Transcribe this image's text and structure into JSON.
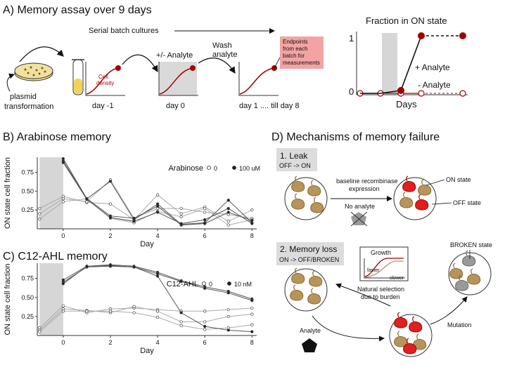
{
  "section_a": {
    "title": "A) Memory assay over 9 days",
    "serial": "Serial batch cultures",
    "plasmid_1": "plasmid",
    "plasmid_2": "transformation",
    "cell_density_1": "Cell",
    "cell_density_2": "density",
    "analyte_toggle": "+/- Analyte",
    "wash_1": "Wash",
    "wash_2": "analyte",
    "endpoints": [
      "Endpoints",
      "from each",
      "batch for",
      "measurements"
    ],
    "day_minus1": "day -1",
    "day_0": "day 0",
    "day_1_8": "day 1 .... till day 8",
    "fraction_title": "Fraction in ON state",
    "y_one": "1",
    "y_zero": "0",
    "plus_analyte": "+ Analyte",
    "minus_analyte": "- Analyte",
    "days_label": "Days"
  },
  "section_d": {
    "title": "D) Mechanisms of memory failure",
    "leak_title": "1. Leak",
    "leak_sub": "OFF -> ON",
    "baseline_1": "baseline recombinase",
    "baseline_2": "expression",
    "no_analyte": "No analyte",
    "on_state": "ON state",
    "off_state": "OFF state",
    "loss_title": "2. Memory loss",
    "loss_sub": "ON -> OFF/BROKEN",
    "growth": "Growth",
    "faster": "faster",
    "slower": "slower",
    "broken_state": "BROKEN state",
    "natsel_1": "Natural selection",
    "natsel_2": "due to burden",
    "analyte": "Analyte",
    "mutation": "Mutation"
  },
  "colors": {
    "on": "#e02020",
    "off": "#b8935a",
    "broken": "#9a9a9a",
    "dark_red": "#a00000",
    "endpoint_box": "#f4a3a3"
  },
  "chart_data": [
    {
      "type": "line",
      "title": "B) Arabinose memory",
      "xlabel": "Day",
      "ylabel": "ON state cell fraction",
      "xlim": [
        -1.1,
        8.2
      ],
      "ylim": [
        0,
        0.95
      ],
      "xticks": [
        0,
        2,
        4,
        6,
        8
      ],
      "yticks": [
        0.25,
        0.5,
        0.75
      ],
      "shaded_x": [
        -1,
        0
      ],
      "legend": {
        "title": "Arabinose",
        "entries": [
          {
            "label": "0",
            "marker": "open"
          },
          {
            "label": "100 uM",
            "marker": "filled"
          }
        ]
      },
      "series": [
        {
          "filled": false,
          "points": [
            [
              -1,
              0.27
            ],
            [
              0,
              0.43
            ],
            [
              1,
              0.35
            ],
            [
              2,
              0.33
            ],
            [
              3,
              0.12
            ],
            [
              4,
              0.45
            ],
            [
              5,
              0.2
            ],
            [
              6,
              0.29
            ],
            [
              7,
              0.1
            ],
            [
              8,
              0.25
            ]
          ]
        },
        {
          "filled": false,
          "points": [
            [
              -1,
              0.2
            ],
            [
              0,
              0.4
            ],
            [
              1,
              0.36
            ],
            [
              2,
              0.65
            ],
            [
              3,
              0.14
            ],
            [
              4,
              0.27
            ],
            [
              5,
              0.27
            ],
            [
              6,
              0.22
            ],
            [
              7,
              0.19
            ],
            [
              8,
              0.14
            ]
          ]
        },
        {
          "filled": false,
          "points": [
            [
              -1,
              0.13
            ],
            [
              0,
              0.36
            ],
            [
              1,
              0.4
            ],
            [
              2,
              0.14
            ],
            [
              3,
              0.08
            ],
            [
              4,
              0.23
            ],
            [
              5,
              0.16
            ],
            [
              6,
              0.27
            ],
            [
              7,
              0.05
            ],
            [
              8,
              0.12
            ]
          ]
        },
        {
          "filled": true,
          "points": [
            [
              0,
              0.93
            ],
            [
              1,
              0.4
            ],
            [
              2,
              0.63
            ],
            [
              3,
              0.12
            ],
            [
              4,
              0.33
            ],
            [
              5,
              0.06
            ],
            [
              6,
              0.08
            ],
            [
              7,
              0.38
            ],
            [
              8,
              0.08
            ]
          ]
        },
        {
          "filled": true,
          "points": [
            [
              0,
              0.9
            ],
            [
              1,
              0.4
            ],
            [
              2,
              0.17
            ],
            [
              3,
              0.14
            ],
            [
              4,
              0.3
            ],
            [
              5,
              0.05
            ],
            [
              6,
              0.07
            ],
            [
              7,
              0.22
            ],
            [
              8,
              0.11
            ]
          ]
        },
        {
          "filled": true,
          "points": [
            [
              0,
              0.88
            ],
            [
              1,
              0.39
            ],
            [
              2,
              0.15
            ],
            [
              3,
              0.1
            ],
            [
              4,
              0.22
            ],
            [
              5,
              0.07
            ],
            [
              6,
              0.12
            ],
            [
              7,
              0.27
            ],
            [
              8,
              0.07
            ]
          ]
        }
      ]
    },
    {
      "type": "line",
      "title": "C) C12-AHL memory",
      "xlabel": "Day",
      "ylabel": "ON state cell fraction",
      "xlim": [
        -1.1,
        8.2
      ],
      "ylim": [
        0,
        0.95
      ],
      "xticks": [
        0,
        2,
        4,
        6,
        8
      ],
      "yticks": [
        0.25,
        0.5,
        0.75
      ],
      "shaded_x": [
        -1,
        0
      ],
      "legend": {
        "title": "C12-AHL",
        "entries": [
          {
            "label": "0",
            "marker": "open"
          },
          {
            "label": "10 nM",
            "marker": "filled"
          }
        ]
      },
      "series": [
        {
          "filled": false,
          "points": [
            [
              -1,
              0.1
            ],
            [
              0,
              0.39
            ],
            [
              1,
              0.3
            ],
            [
              2,
              0.35
            ],
            [
              3,
              0.36
            ],
            [
              4,
              0.34
            ],
            [
              5,
              0.32
            ],
            [
              6,
              0.32
            ],
            [
              7,
              0.34
            ],
            [
              8,
              0.36
            ]
          ]
        },
        {
          "filled": false,
          "points": [
            [
              -1,
              0.07
            ],
            [
              0,
              0.35
            ],
            [
              1,
              0.33
            ],
            [
              2,
              0.3
            ],
            [
              3,
              0.38
            ],
            [
              4,
              0.32
            ],
            [
              5,
              0.18
            ],
            [
              6,
              0.18
            ],
            [
              7,
              0.25
            ],
            [
              8,
              0.28
            ]
          ]
        },
        {
          "filled": false,
          "points": [
            [
              -1,
              0.05
            ],
            [
              0,
              0.32
            ],
            [
              1,
              0.32
            ],
            [
              2,
              0.32
            ],
            [
              3,
              0.3
            ],
            [
              4,
              0.24
            ],
            [
              5,
              0.13
            ],
            [
              6,
              0.08
            ],
            [
              7,
              0.1
            ],
            [
              8,
              0.14
            ]
          ]
        },
        {
          "filled": true,
          "points": [
            [
              0,
              0.73
            ],
            [
              1,
              0.91
            ],
            [
              2,
              0.93
            ],
            [
              3,
              0.91
            ],
            [
              4,
              0.83
            ],
            [
              5,
              0.72
            ],
            [
              6,
              0.64
            ],
            [
              7,
              0.58
            ],
            [
              8,
              0.48
            ]
          ]
        },
        {
          "filled": true,
          "points": [
            [
              0,
              0.7
            ],
            [
              1,
              0.9
            ],
            [
              2,
              0.91
            ],
            [
              3,
              0.9
            ],
            [
              4,
              0.81
            ],
            [
              5,
              0.71
            ],
            [
              6,
              0.62
            ],
            [
              7,
              0.56
            ],
            [
              8,
              0.46
            ]
          ]
        },
        {
          "filled": true,
          "points": [
            [
              0,
              0.68
            ],
            [
              1,
              0.91
            ],
            [
              2,
              0.92
            ],
            [
              3,
              0.9
            ],
            [
              4,
              0.78
            ],
            [
              5,
              0.3
            ],
            [
              6,
              0.12
            ],
            [
              7,
              0.07
            ],
            [
              8,
              0.05
            ]
          ]
        }
      ]
    },
    {
      "type": "line",
      "title": "Fraction in ON state",
      "xlabel": "Days",
      "ylim": [
        0,
        1
      ],
      "yticks": [
        0,
        1
      ],
      "series": [
        {
          "name": "+ Analyte",
          "points": [
            [
              0,
              0
            ],
            [
              1,
              0
            ],
            [
              2,
              0.05
            ],
            [
              3,
              1
            ],
            [
              4,
              1
            ]
          ]
        },
        {
          "name": "- Analyte",
          "points": [
            [
              0,
              0
            ],
            [
              1,
              0
            ],
            [
              2,
              0
            ],
            [
              3,
              0
            ],
            [
              4,
              0
            ]
          ]
        }
      ]
    }
  ]
}
